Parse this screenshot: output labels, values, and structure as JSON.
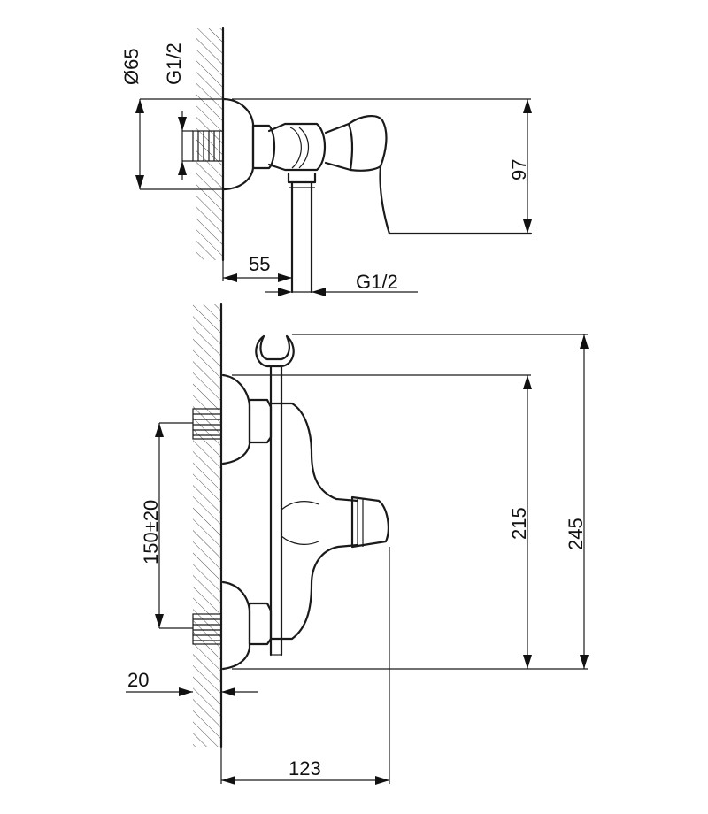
{
  "top_view": {
    "dia_label": "Ø65",
    "thread_label": "G1/2",
    "height_label": "97",
    "depth_label": "55",
    "outlet_thread_label": "G1/2"
  },
  "front_view": {
    "spacing_label": "150±20",
    "height_label": "215",
    "holder_height_label": "245",
    "wall_offset_label": "20",
    "width_label": "123"
  }
}
